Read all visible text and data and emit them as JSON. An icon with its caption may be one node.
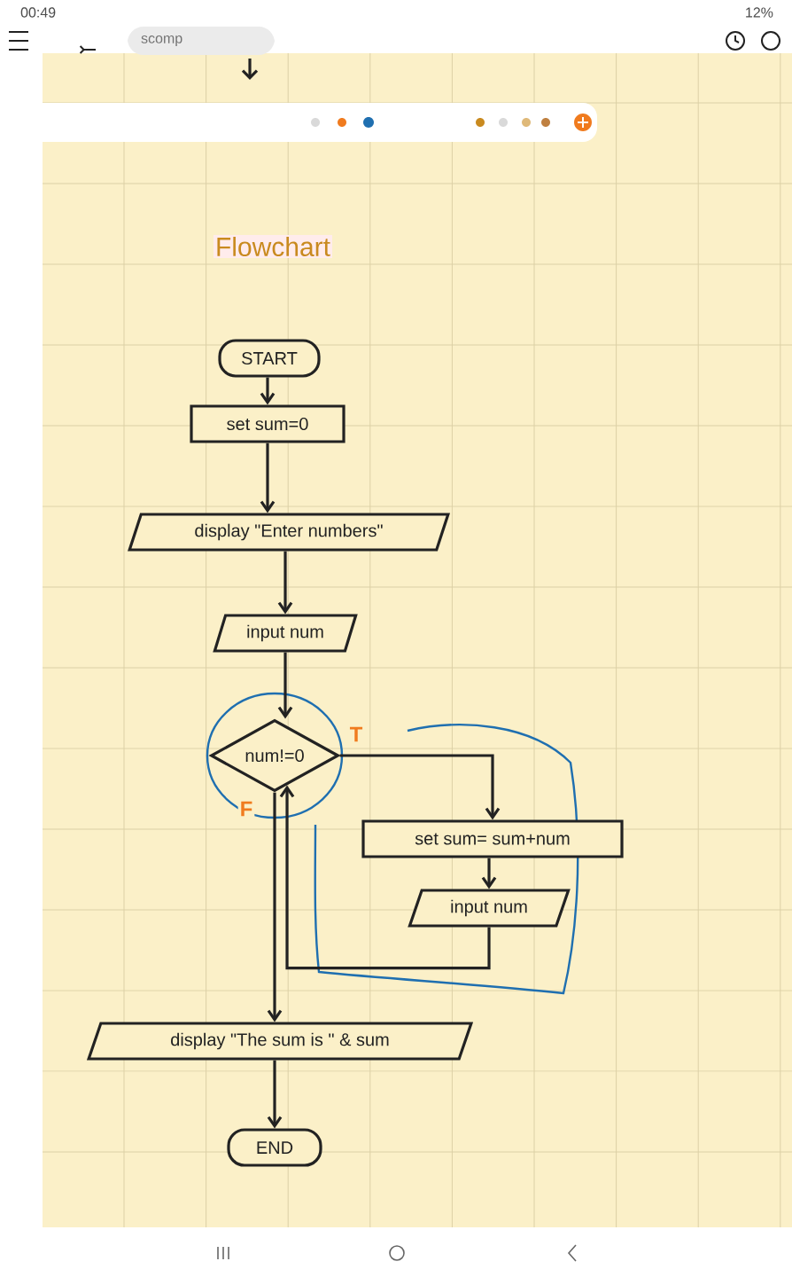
{
  "diagram": {
    "title": "Flowchart",
    "nodes": [
      {
        "text": [
          "START"
        ]
      },
      {
        "text": [
          "set sum=0"
        ]
      },
      {
        "text": [
          "display \"Enter numbers\""
        ]
      },
      {
        "text": [
          "input num"
        ]
      },
      {
        "text": [
          "num!=0"
        ]
      },
      {
        "text": [
          "set sum= sum+num"
        ]
      },
      {
        "text": [
          "input num"
        ]
      },
      {
        "text": [
          "display \"The sum is \" & sum"
        ]
      },
      {
        "text": [
          "END"
        ]
      }
    ],
    "edges": [
      {
        "from": 0,
        "to": 1,
        "arrow": "to"
      },
      {
        "from": 1,
        "to": 2,
        "arrow": "to"
      },
      {
        "from": 2,
        "to": 3,
        "arrow": "to"
      },
      {
        "from": 3,
        "to": 4,
        "arrow": "to"
      },
      {
        "from": 4,
        "to": 5,
        "arrow": "to",
        "label": "T"
      },
      {
        "from": 5,
        "to": 6,
        "arrow": "to"
      },
      {
        "from": 6,
        "to": 4,
        "arrow": "to"
      },
      {
        "from": 4,
        "to": 7,
        "arrow": "to",
        "label": "F"
      },
      {
        "from": 7,
        "to": 8,
        "arrow": "to"
      }
    ],
    "labels": [
      "00:49",
      "12%",
      "scomp"
    ]
  }
}
